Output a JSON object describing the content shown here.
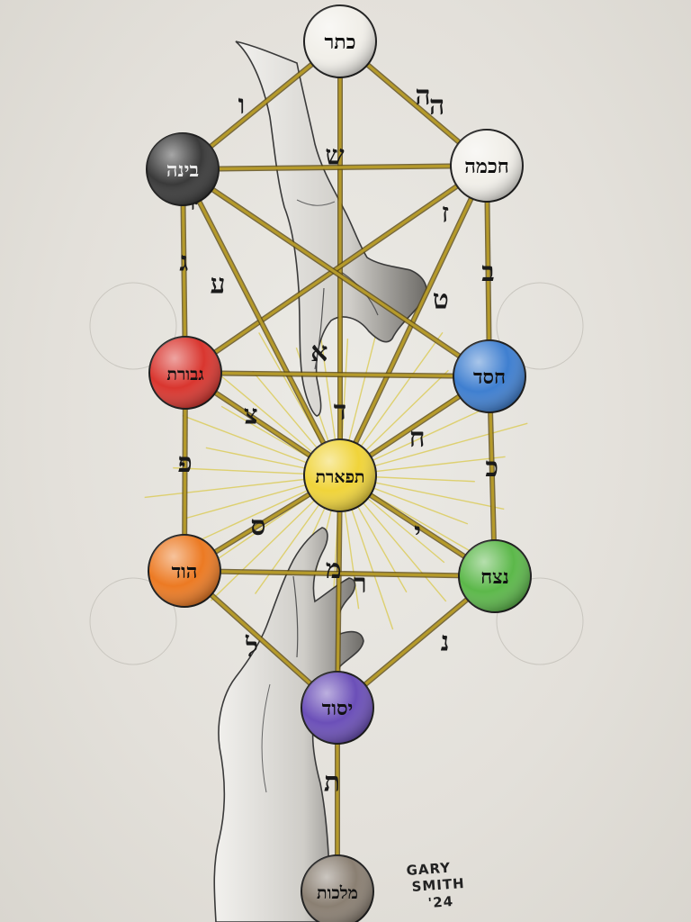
{
  "artwork": {
    "signature_lines": [
      "GARY",
      "SMITH",
      "'24"
    ]
  },
  "sefirot": [
    {
      "id": "keter",
      "label": "כתר",
      "color": "#f1efe9"
    },
    {
      "id": "chochmah",
      "label": "חכמה",
      "color": "#f1efe9"
    },
    {
      "id": "binah",
      "label": "בינה",
      "color": "#3a3a3a"
    },
    {
      "id": "chesed",
      "label": "חסד",
      "color": "#3f7fd0"
    },
    {
      "id": "gevurah",
      "label": "גבורת",
      "color": "#d9362f"
    },
    {
      "id": "tiferet",
      "label": "תפארת",
      "color": "#f0d43a"
    },
    {
      "id": "netzach",
      "label": "נצח",
      "color": "#5cb84a"
    },
    {
      "id": "hod",
      "label": "הוד",
      "color": "#ec7a23"
    },
    {
      "id": "yesod",
      "label": "יסוד",
      "color": "#6b4fb8"
    },
    {
      "id": "malkhut",
      "label": "מלכות",
      "color": "#8a7f72"
    }
  ],
  "paths": [
    {
      "from": "keter",
      "to": "chochmah",
      "letter": "ה"
    },
    {
      "from": "keter",
      "to": "binah",
      "letter": "ו"
    },
    {
      "from": "keter",
      "to": "tiferet",
      "letter": "ש"
    },
    {
      "from": "chochmah",
      "to": "binah",
      "letter": ""
    },
    {
      "from": "chochmah",
      "to": "tiferet",
      "letter": "ט"
    },
    {
      "from": "chochmah",
      "to": "chesed",
      "letter": "ב"
    },
    {
      "from": "chochmah",
      "to": "gevurah",
      "letter": "ז"
    },
    {
      "from": "binah",
      "to": "tiferet",
      "letter": "ע"
    },
    {
      "from": "binah",
      "to": "gevurah",
      "letter": "ג"
    },
    {
      "from": "binah",
      "to": "chesed",
      "letter": "ק"
    },
    {
      "from": "chesed",
      "to": "gevurah",
      "letter": "א"
    },
    {
      "from": "chesed",
      "to": "tiferet",
      "letter": "ח"
    },
    {
      "from": "chesed",
      "to": "netzach",
      "letter": "כ"
    },
    {
      "from": "gevurah",
      "to": "tiferet",
      "letter": "צ"
    },
    {
      "from": "gevurah",
      "to": "hod",
      "letter": "פ"
    },
    {
      "from": "tiferet",
      "to": "netzach",
      "letter": "י"
    },
    {
      "from": "tiferet",
      "to": "hod",
      "letter": "ס"
    },
    {
      "from": "tiferet",
      "to": "yesod",
      "letter": "מ"
    },
    {
      "from": "netzach",
      "to": "hod",
      "letter": "ר"
    },
    {
      "from": "netzach",
      "to": "yesod",
      "letter": "נ"
    },
    {
      "from": "hod",
      "to": "yesod",
      "letter": "ל"
    },
    {
      "from": "yesod",
      "to": "malkhut",
      "letter": "ת"
    }
  ],
  "extra_letters": [
    "ה",
    "ד"
  ],
  "colors": {
    "path_gold": "#b59a2a",
    "path_edge": "#5b4a15",
    "ray": "#d9c84a",
    "pencil": "#444444"
  }
}
